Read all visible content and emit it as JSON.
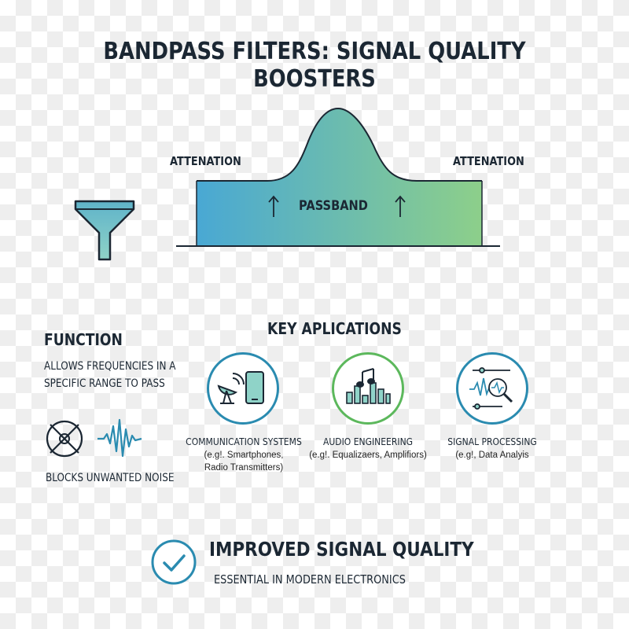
{
  "title": "BANDPASS FILTERS: SIGNAL QUALITY BOOSTERS",
  "response": {
    "left_label": "ATTENATION",
    "right_label": "ATTENATION",
    "passband_label": "PASSBAND",
    "gradient_colors": [
      "#49a8d4",
      "#8dcf8a"
    ]
  },
  "function": {
    "heading": "FUNCTION",
    "desc_line1": "ALLOWS FREQUENCIES IN A",
    "desc_line2": "SPECIFIC RANGE TO PASS",
    "noise_label": "BLOCKS UNWANTED NOISE"
  },
  "applications": {
    "heading": "KEY APLICATIONS",
    "items": [
      {
        "title": "COMMUNICATION SYSTEMS",
        "line1": "(e.g!. Smartphones,",
        "line2": "Radio Transmitters)",
        "icon": "satellite-phone-icon",
        "color": "#2a8bb0"
      },
      {
        "title": "AUDIO ENGINEERING",
        "line1": "(e.g!. Equalizaers, Amplifiors)",
        "line2": "",
        "icon": "equalizer-music-icon",
        "color": "#5cb85c"
      },
      {
        "title": "SIGNAL PROCESSING",
        "line1": "(e.g!, Data Analyis",
        "line2": "",
        "icon": "signal-analysis-icon",
        "color": "#2a8bb0"
      }
    ]
  },
  "result": {
    "title": "IMPROVED SIGNAL QUALITY",
    "subtitle": "ESSENTIAL IN MODERN ELECTRONICS",
    "icon": "checkmark-icon"
  }
}
